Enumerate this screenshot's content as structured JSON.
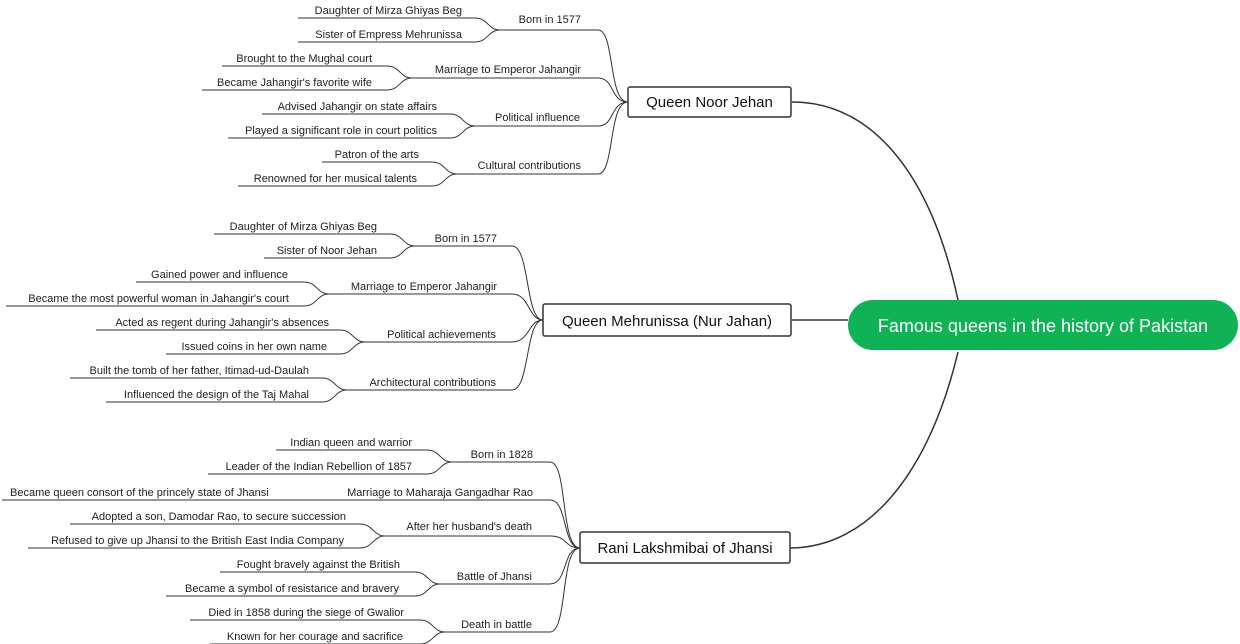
{
  "colors": {
    "root_fill": "#0fb255",
    "line": "#333333",
    "text": "#222222"
  },
  "root": {
    "label": "Famous queens in the history of Pakistan"
  },
  "branches": [
    {
      "label": "Queen Noor Jehan",
      "children": [
        {
          "label": "Born in 1577",
          "children": [
            "Daughter of Mirza Ghiyas Beg",
            "Sister of Empress Mehrunissa"
          ]
        },
        {
          "label": "Marriage to Emperor Jahangir",
          "children": [
            "Brought to the Mughal court",
            "Became Jahangir's favorite wife"
          ]
        },
        {
          "label": "Political influence",
          "children": [
            "Advised Jahangir on state affairs",
            "Played a significant role in court politics"
          ]
        },
        {
          "label": "Cultural contributions",
          "children": [
            "Patron of the arts",
            "Renowned for her musical talents"
          ]
        }
      ]
    },
    {
      "label": "Queen Mehrunissa (Nur Jahan)",
      "children": [
        {
          "label": "Born in 1577",
          "children": [
            "Daughter of Mirza Ghiyas Beg",
            "Sister of Noor Jehan"
          ]
        },
        {
          "label": "Marriage to Emperor Jahangir",
          "children": [
            "Gained power and influence",
            "Became the most powerful woman in Jahangir's court"
          ]
        },
        {
          "label": "Political achievements",
          "children": [
            "Acted as regent during Jahangir's absences",
            "Issued coins in her own name"
          ]
        },
        {
          "label": "Architectural contributions",
          "children": [
            "Built the tomb of her father, Itimad-ud-Daulah",
            "Influenced the design of the Taj Mahal"
          ]
        }
      ]
    },
    {
      "label": "Rani Lakshmibai of Jhansi",
      "children": [
        {
          "label": "Born in 1828",
          "children": [
            "Indian queen and warrior",
            "Leader of the Indian Rebellion of 1857"
          ]
        },
        {
          "label": "Marriage to Maharaja Gangadhar Rao",
          "children": [
            "Became queen consort of the princely state of Jhansi"
          ]
        },
        {
          "label": "After her husband's death",
          "children": [
            "Adopted a son, Damodar Rao, to secure succession",
            "Refused to give up Jhansi to the British East India Company"
          ]
        },
        {
          "label": "Battle of Jhansi",
          "children": [
            "Fought bravely against the British",
            "Became a symbol of resistance and bravery"
          ]
        },
        {
          "label": "Death in battle",
          "children": [
            "Died in 1858 during the siege of Gwalior",
            "Known for her courage and sacrifice"
          ]
        }
      ]
    }
  ]
}
